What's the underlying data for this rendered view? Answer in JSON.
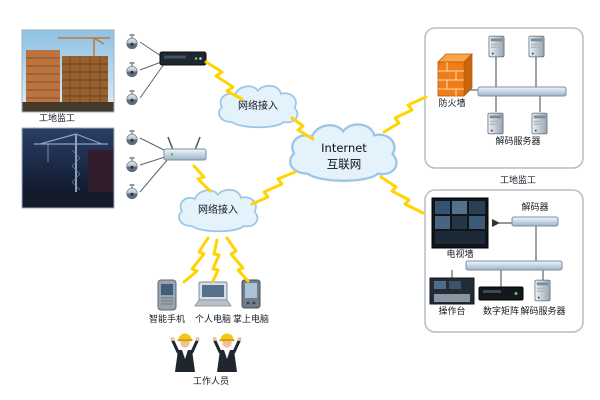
{
  "diagram": {
    "site_photos": {
      "caption1": "工地监工"
    },
    "clouds": {
      "access_top": "网络接入",
      "access_bottom": "网络接入",
      "internet_en": "Internet",
      "internet_zh": "互联网"
    },
    "control_room_top": {
      "firewall": "防火墙",
      "decode_server": "解码服务器",
      "caption": "工地监工"
    },
    "control_room_bottom": {
      "decoder": "解码器",
      "tv_wall": "电视墙",
      "console": "操作台",
      "matrix": "数字矩阵",
      "decode_server": "解码服务器"
    },
    "client_devices": {
      "smartphone": "智能手机",
      "pc": "个人电脑",
      "pda": "掌上电脑",
      "staff": "工作人员"
    },
    "colors": {
      "bolt": "#ffd400",
      "cloud_fill": "#e4f2fb",
      "cloud_stroke": "#9cc6e4",
      "firewall_orange": "#ef7d1a"
    }
  }
}
